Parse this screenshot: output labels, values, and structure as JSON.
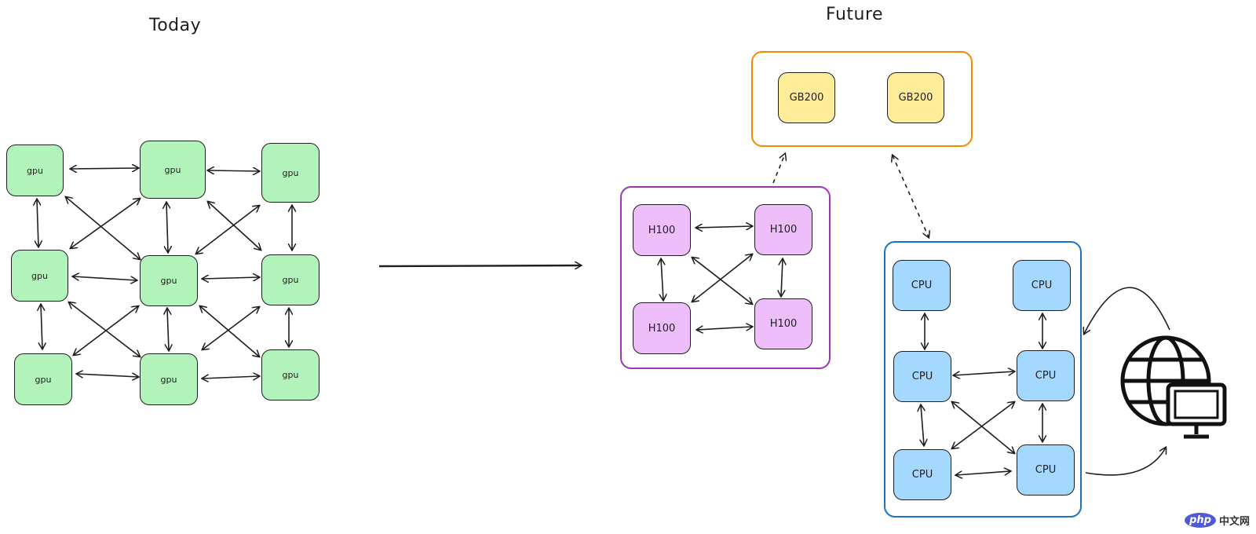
{
  "titles": {
    "left": "Today",
    "right": "Future"
  },
  "colors": {
    "stroke": "#1e1e1e",
    "gpu_fill": "#b2f2bb",
    "h100_fill": "#eebefa",
    "gb200_fill": "#ffec99",
    "cpu_fill": "#a5d8ff",
    "gb200_group_border": "#f08c00",
    "h100_group_border": "#9c36b5",
    "cpu_group_border": "#1971c2"
  },
  "today_nodes": [
    "gpu",
    "gpu",
    "gpu",
    "gpu",
    "gpu",
    "gpu",
    "gpu",
    "gpu",
    "gpu"
  ],
  "gb200_nodes": [
    "GB200",
    "GB200"
  ],
  "h100_nodes": [
    "H100",
    "H100",
    "H100",
    "H100"
  ],
  "cpu_nodes": [
    "CPU",
    "CPU",
    "CPU",
    "CPU",
    "CPU",
    "CPU"
  ],
  "icons": {
    "internet": "globe-with-computer-icon"
  },
  "watermark": {
    "logo": "php",
    "text": "中文网"
  }
}
